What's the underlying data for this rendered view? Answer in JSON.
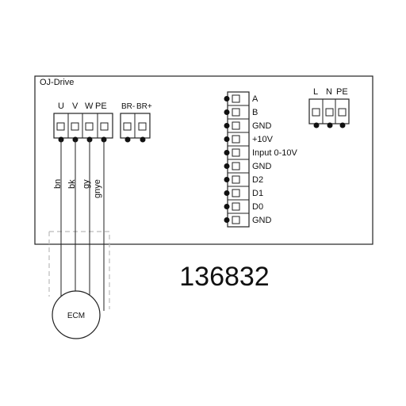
{
  "panel": {
    "title": "OJ-Drive",
    "serial": "136832"
  },
  "motor_block": {
    "terminals": [
      "U",
      "V",
      "W",
      "PE"
    ],
    "wires": [
      "bn",
      "bk",
      "gy",
      "gnye"
    ],
    "motor_label": "ECM"
  },
  "brake_block": {
    "terminals": [
      "BR-",
      "BR+"
    ]
  },
  "control_block": {
    "terminals": [
      "A",
      "B",
      "GND",
      "+10V",
      "Input 0-10V",
      "GND",
      "D2",
      "D1",
      "D0",
      "GND"
    ]
  },
  "power_block": {
    "terminals": [
      "L",
      "N",
      "PE"
    ]
  },
  "colors": {
    "line": "#222222",
    "shield": "#bbbbbb",
    "text": "#111111"
  }
}
